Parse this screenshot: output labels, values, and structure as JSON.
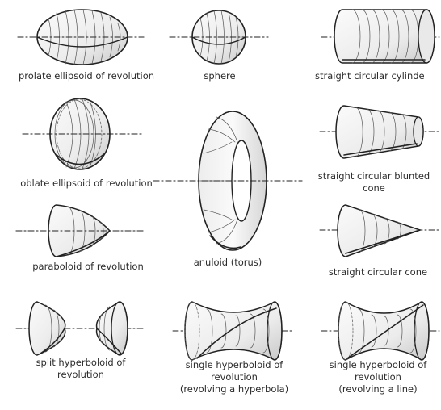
{
  "shapes": [
    {
      "id": "prolate",
      "lines": [
        "prolate ellipsoid of revolution"
      ]
    },
    {
      "id": "sphere",
      "lines": [
        "sphere"
      ]
    },
    {
      "id": "cylinder",
      "lines": [
        "straight circular cylinde"
      ]
    },
    {
      "id": "oblate",
      "lines": [
        "oblate ellipsoid of revolution"
      ]
    },
    {
      "id": "torus",
      "lines": [
        "anuloid (torus)"
      ]
    },
    {
      "id": "blunted-cone",
      "lines": [
        "straight circular blunted",
        "cone"
      ]
    },
    {
      "id": "paraboloid",
      "lines": [
        "paraboloid of revolution"
      ]
    },
    {
      "id": "cone",
      "lines": [
        "straight circular cone"
      ]
    },
    {
      "id": "split-hyperboloid",
      "lines": [
        "split hyperboloid of",
        "revolution"
      ]
    },
    {
      "id": "hyperboloid-hyperbola",
      "lines": [
        "single hyperboloid of",
        "revolution",
        "(revolving a hyperbola)"
      ]
    },
    {
      "id": "hyperboloid-line",
      "lines": [
        "single hyperboloid of",
        "revolution",
        "(revolving a line)"
      ]
    }
  ]
}
